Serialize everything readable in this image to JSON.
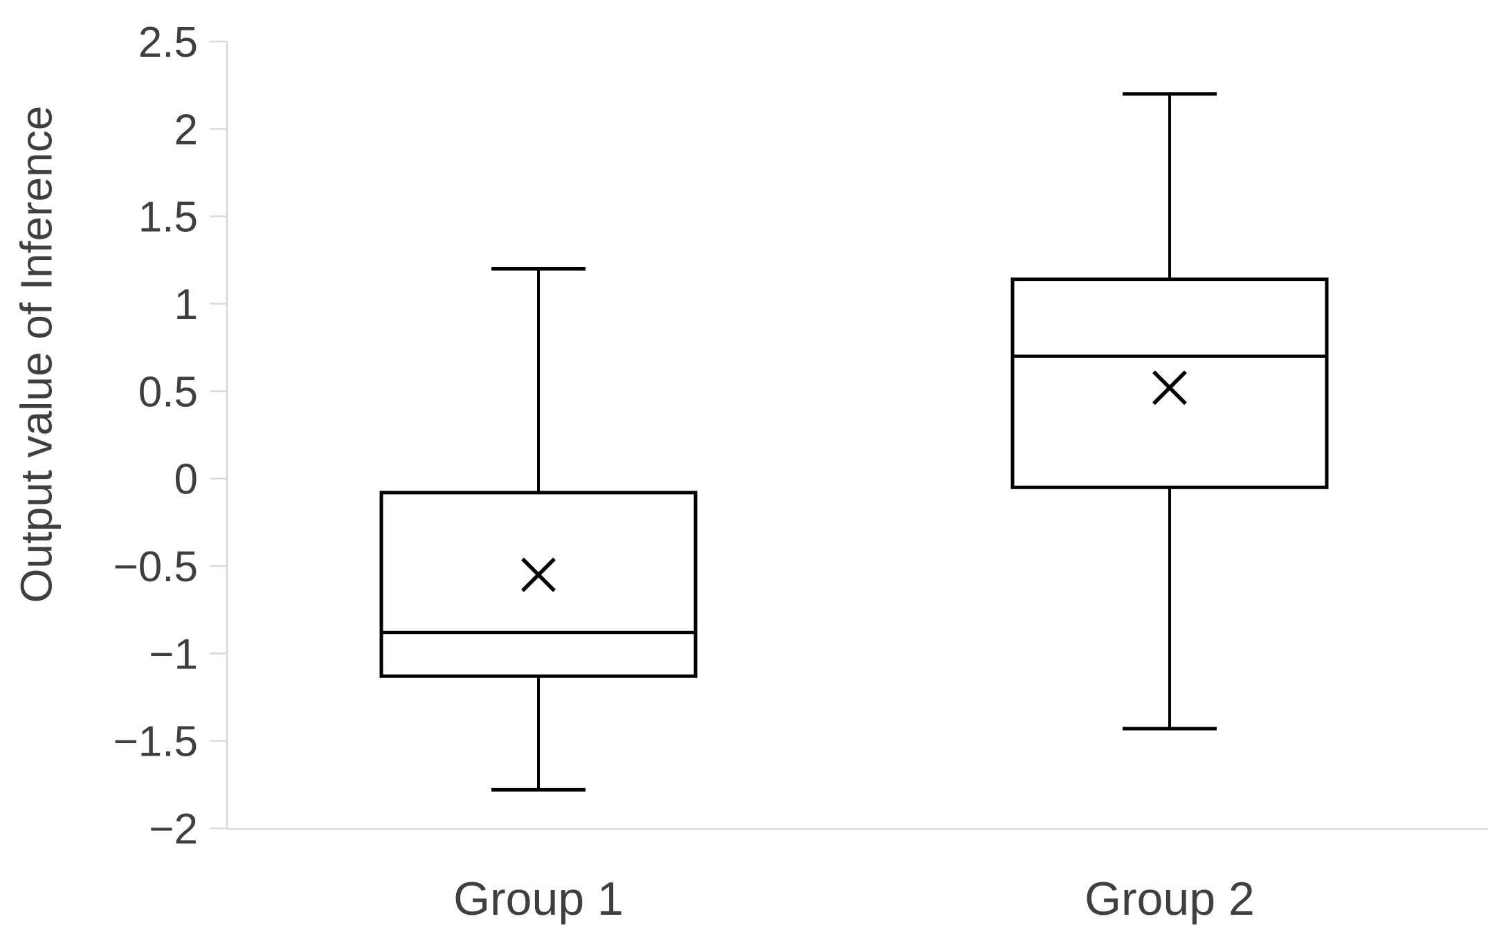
{
  "chart_data": {
    "type": "boxplot",
    "title": "",
    "ylabel": "Output value of Inference",
    "xlabel": "",
    "categories": [
      "Group 1",
      "Group 2"
    ],
    "ylim": [
      -2,
      2.5
    ],
    "ytick_step": 0.5,
    "yticks": [
      2.5,
      2,
      1.5,
      1,
      0.5,
      0,
      -0.5,
      -1,
      -1.5,
      -2
    ],
    "ytick_labels": [
      "2.5",
      "2",
      "1.5",
      "1",
      "0.5",
      "0",
      "−0.5",
      "−1",
      "−1.5",
      "−2"
    ],
    "grid": false,
    "legend": "none",
    "mean_marker": "x",
    "series": [
      {
        "name": "Group 1",
        "whisker_low": -1.78,
        "q1": -1.13,
        "median": -0.88,
        "mean": -0.55,
        "q3": -0.08,
        "whisker_high": 1.2
      },
      {
        "name": "Group 2",
        "whisker_low": -1.43,
        "q1": -0.05,
        "median": 0.7,
        "mean": 0.52,
        "q3": 1.14,
        "whisker_high": 2.2
      }
    ],
    "colors": {
      "box_stroke": "#000000",
      "axis_line": "#d9d9d9",
      "text": "#3f3f3f",
      "background": "#ffffff"
    }
  }
}
